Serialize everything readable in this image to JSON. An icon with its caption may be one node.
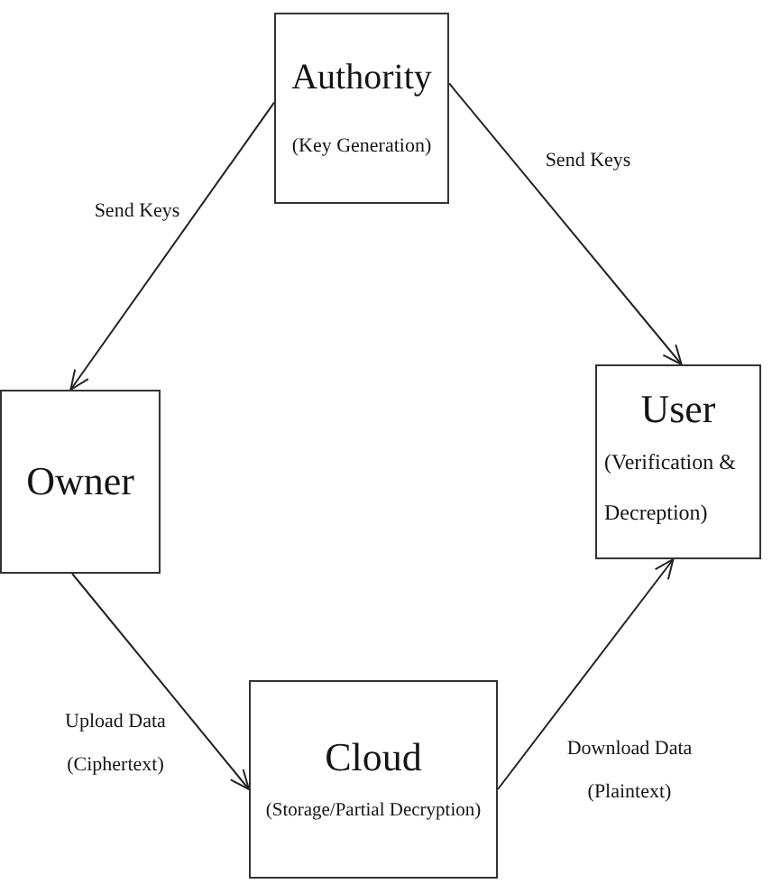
{
  "diagram": {
    "nodes": [
      {
        "text": [
          "Authority",
          "(Key Generation)"
        ]
      },
      {
        "text": [
          "Owner"
        ]
      },
      {
        "text": [
          "User",
          "(Verification & Decreption)"
        ]
      },
      {
        "text": [
          "Cloud",
          "(Storage/Partial Decryption)"
        ]
      }
    ],
    "edges": [
      {
        "from": 0,
        "to": 1,
        "arrow": "to",
        "label": "Send Keys"
      },
      {
        "from": 0,
        "to": 2,
        "arrow": "to",
        "label": "Send Keys"
      },
      {
        "from": 1,
        "to": 3,
        "arrow": "to",
        "label": "Upload Data (Ciphertext)"
      },
      {
        "from": 3,
        "to": 2,
        "arrow": "to",
        "label": "Download Data (Plaintext)"
      }
    ]
  }
}
